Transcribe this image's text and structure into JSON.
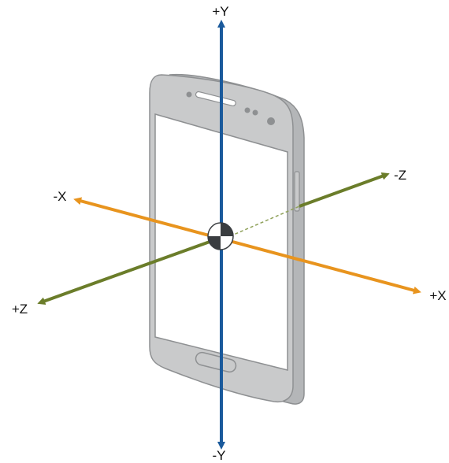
{
  "diagram": {
    "labels": {
      "pos_y": "+Y",
      "neg_y": "-Y",
      "pos_x": "+X",
      "neg_x": "-X",
      "pos_z": "+Z",
      "neg_z": "-Z"
    },
    "colors": {
      "y_axis": "#1a5a9c",
      "x_axis": "#e8941e",
      "z_axis": "#6b7d2a",
      "phone_body": "#c9cacb",
      "phone_outline": "#8e9092",
      "phone_screen": "#ffffff",
      "origin_dark": "#3a3d40"
    },
    "icons": {
      "device": "smartphone-icon",
      "origin": "origin-marker-icon"
    }
  }
}
